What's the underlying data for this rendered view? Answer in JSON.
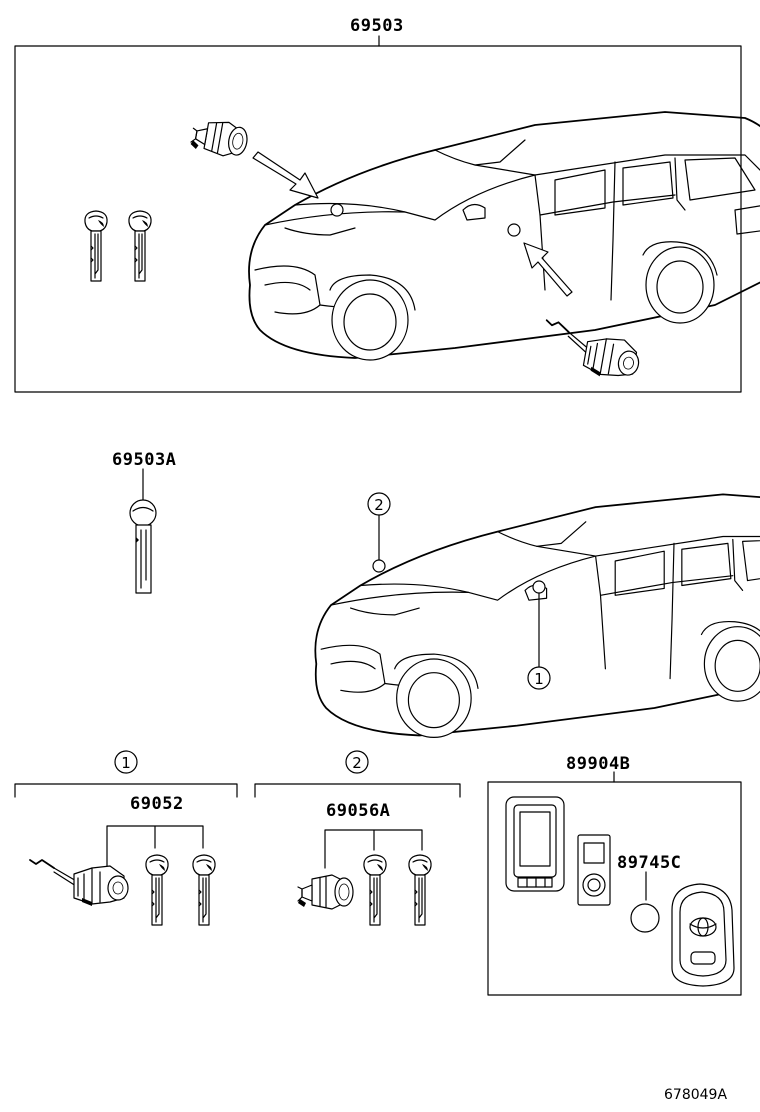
{
  "parts": {
    "kit": "69503",
    "key_blank": "69503A",
    "door_cylinder_set": "69052",
    "hood_cylinder_set": "69056A",
    "transmitter_assy": "89904B",
    "battery": "89745C"
  },
  "callouts": {
    "door": "1",
    "hood": "2"
  },
  "figure_code": "678049A"
}
